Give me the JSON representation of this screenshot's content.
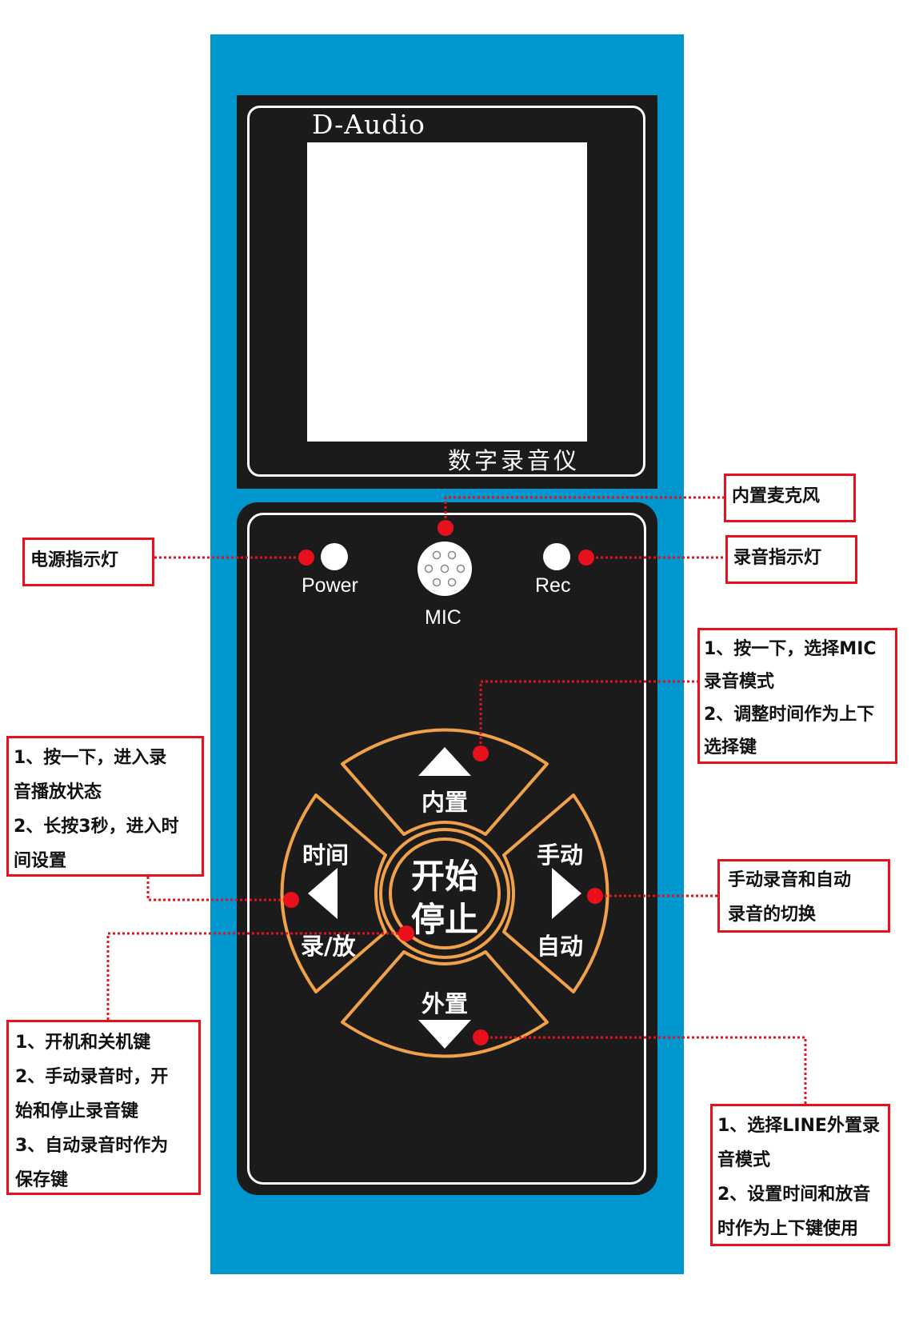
{
  "colors": {
    "device_body": "#0097cf",
    "panel": "#1b1b1b",
    "ring": "#f0a14a",
    "leader": "#e8101d",
    "note_border": "#e8101d"
  },
  "device": {
    "brand": "D-Audio",
    "caption": "数字录音仪",
    "indicators": {
      "power_label": "Power",
      "rec_label": "Rec",
      "mic_label": "MIC"
    },
    "keys": {
      "up_label": "内置",
      "down_label": "外置",
      "left_top_label": "时间",
      "left_bottom_label": "录/放",
      "right_top_label": "手动",
      "right_bottom_label": "自动",
      "center_line1": "开始",
      "center_line2": "停止"
    }
  },
  "annotations": {
    "power_led": {
      "lines": [
        "电源指示灯"
      ]
    },
    "mic": {
      "lines": [
        "内置麦克风"
      ]
    },
    "rec_led": {
      "lines": [
        "录音指示灯"
      ]
    },
    "up_key": {
      "lines": [
        "1、按一下，选择MIC",
        "录音模式",
        "2、调整时间作为上下",
        "选择键"
      ]
    },
    "left_key": {
      "lines": [
        "1、按一下，进入录",
        "音播放状态",
        "2、长按3秒，进入时",
        "间设置"
      ]
    },
    "right_key": {
      "lines": [
        "手动录音和自动",
        "录音的切换"
      ]
    },
    "center_key": {
      "lines": [
        "1、开机和关机键",
        "2、手动录音时，开",
        "始和停止录音键",
        "3、自动录音时作为",
        "保存键"
      ]
    },
    "down_key": {
      "lines": [
        "1、选择LINE外置录",
        "音模式",
        "2、设置时间和放音",
        "时作为上下键使用"
      ]
    }
  }
}
